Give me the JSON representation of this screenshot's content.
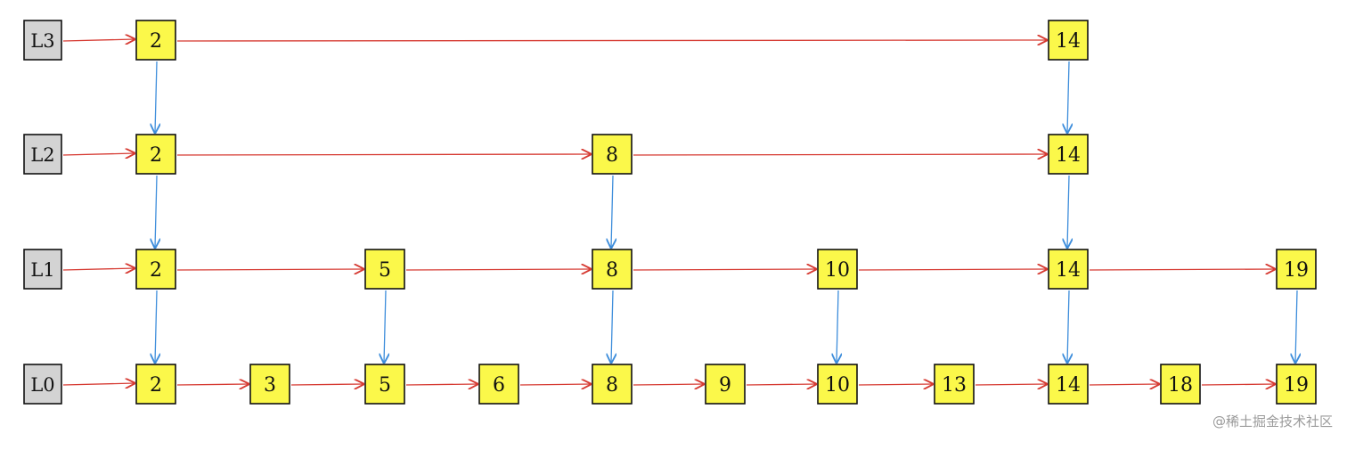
{
  "levels": [
    {
      "label": "L3",
      "nodes": [
        "2",
        "14"
      ]
    },
    {
      "label": "L2",
      "nodes": [
        "2",
        "8",
        "14"
      ]
    },
    {
      "label": "L1",
      "nodes": [
        "2",
        "5",
        "8",
        "10",
        "14",
        "19"
      ]
    },
    {
      "label": "L0",
      "nodes": [
        "2",
        "3",
        "5",
        "6",
        "8",
        "9",
        "10",
        "13",
        "14",
        "18",
        "19"
      ]
    }
  ],
  "watermark": "@稀土掘金技术社区",
  "colors": {
    "node_fill": "#fbf84a",
    "level_fill": "#d3d3d3",
    "next_arrow": "#d63a32",
    "down_arrow": "#3d8ddb"
  }
}
